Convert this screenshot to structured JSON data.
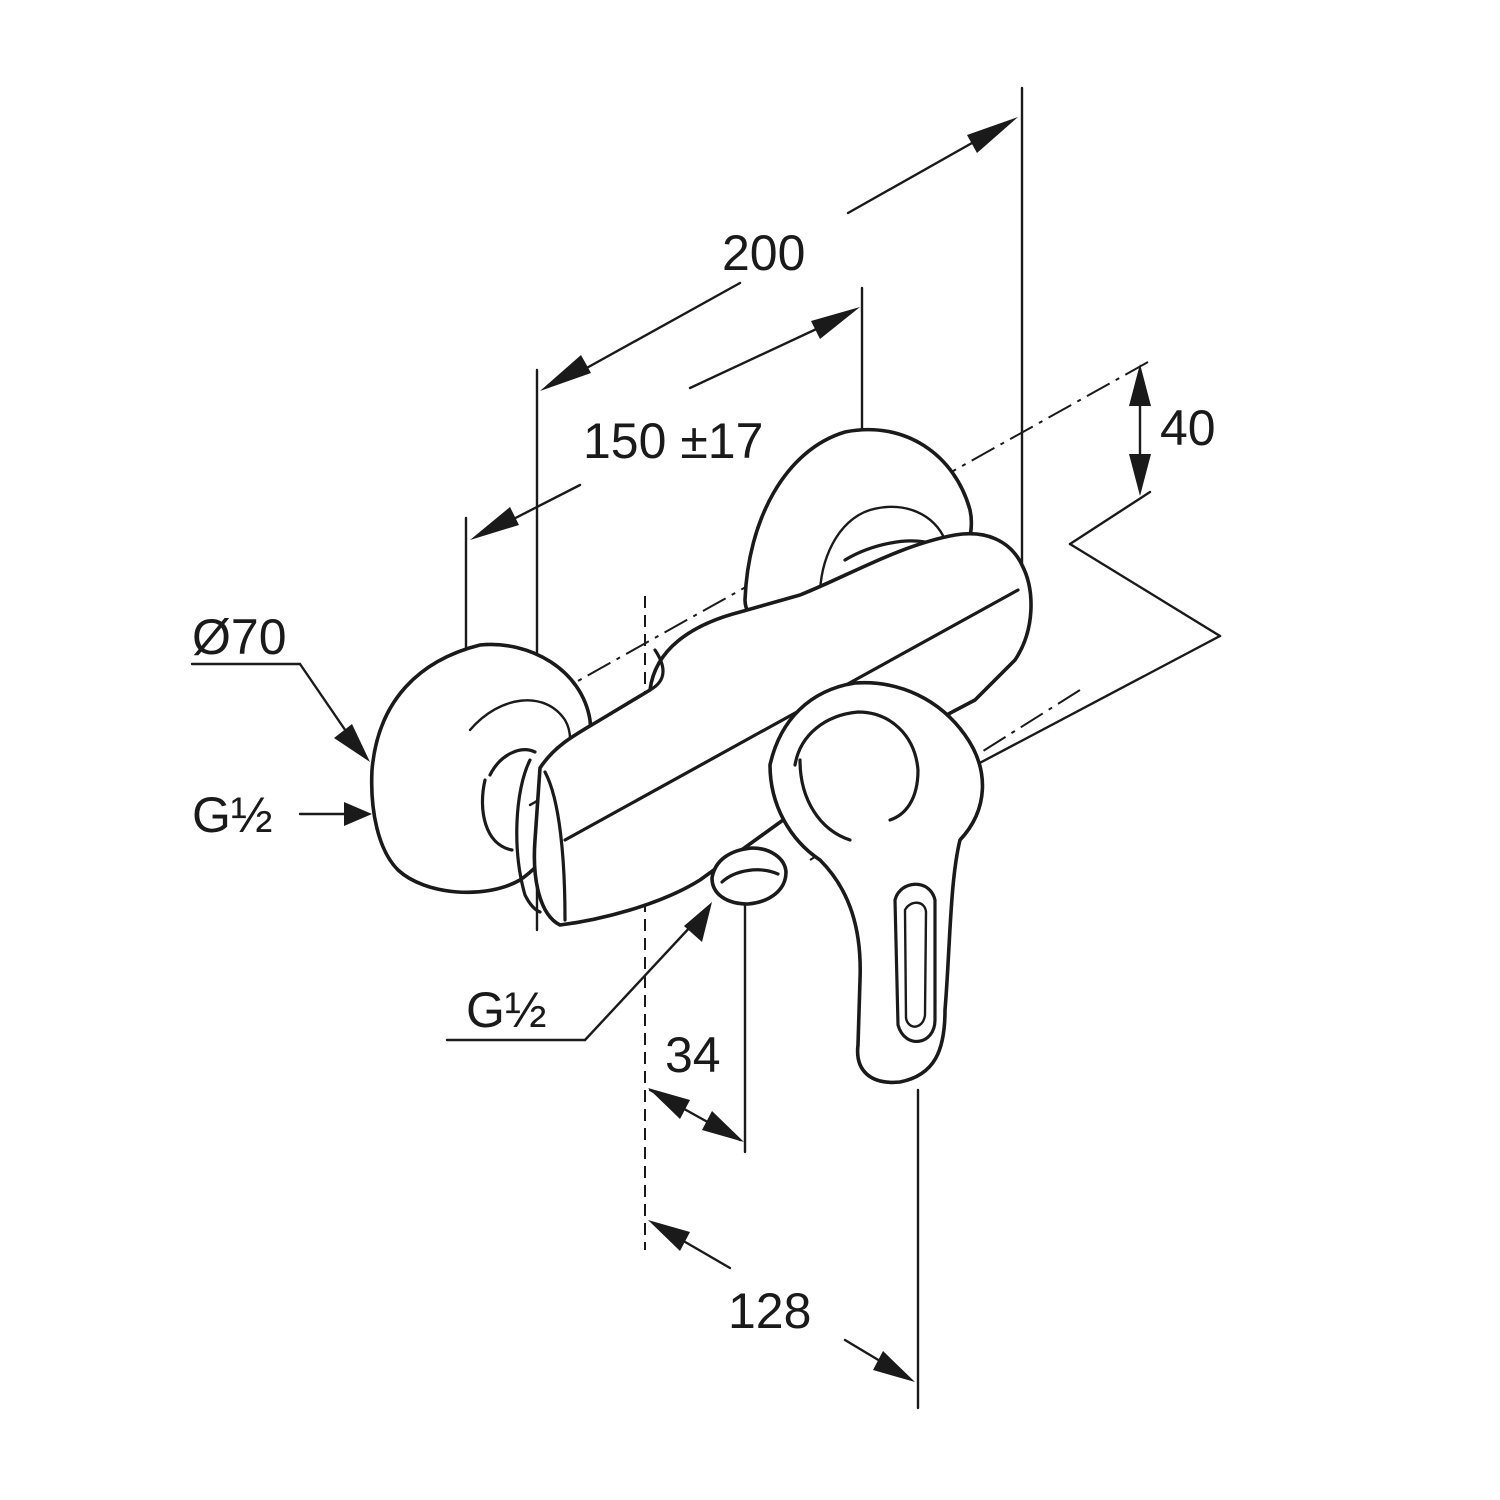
{
  "dimensions": {
    "overall_length": "200",
    "center_distance": "150 ±17",
    "eccentric_offset": "40",
    "escutcheon_diameter": "Ø70",
    "inlet_thread": "G½",
    "outlet_thread": "G½",
    "outlet_offset": "34",
    "handle_projection": "128"
  }
}
